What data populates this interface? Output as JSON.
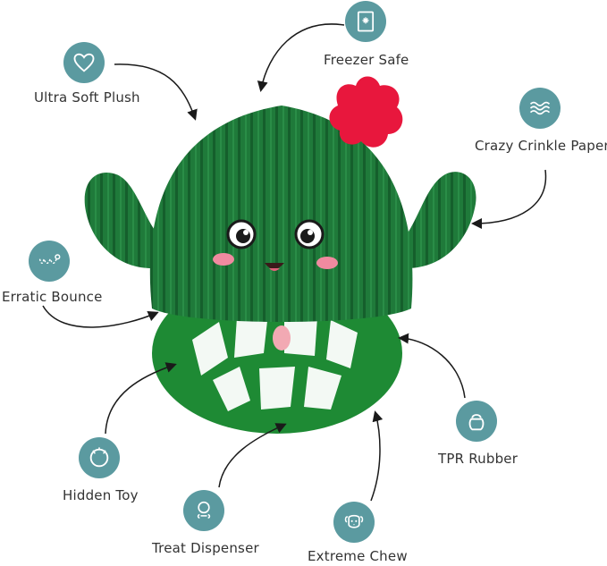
{
  "features": [
    {
      "id": "ultra-soft-plush",
      "label": "Ultra Soft Plush",
      "icon": "heart-icon"
    },
    {
      "id": "freezer-safe",
      "label": "Freezer Safe",
      "icon": "snowflake-freezer-icon"
    },
    {
      "id": "crazy-crinkle-paper",
      "label": "Crazy Crinkle Paper",
      "icon": "wave-lines-icon"
    },
    {
      "id": "erratic-bounce",
      "label": "Erratic Bounce",
      "icon": "bounce-icon"
    },
    {
      "id": "tpr-rubber",
      "label": "TPR Rubber",
      "icon": "kettlebell-icon"
    },
    {
      "id": "hidden-toy",
      "label": "Hidden Toy",
      "icon": "ball-icon"
    },
    {
      "id": "treat-dispenser",
      "label": "Treat Dispenser",
      "icon": "bone-icon"
    },
    {
      "id": "extreme-chew",
      "label": "Extreme Chew",
      "icon": "dog-face-icon"
    }
  ],
  "colors": {
    "badge": "#5b9aa0",
    "plush_green": "#1f7a3a",
    "rubber_green": "#1e8a34",
    "flower_red": "#e8173d",
    "label_text": "#333333"
  }
}
